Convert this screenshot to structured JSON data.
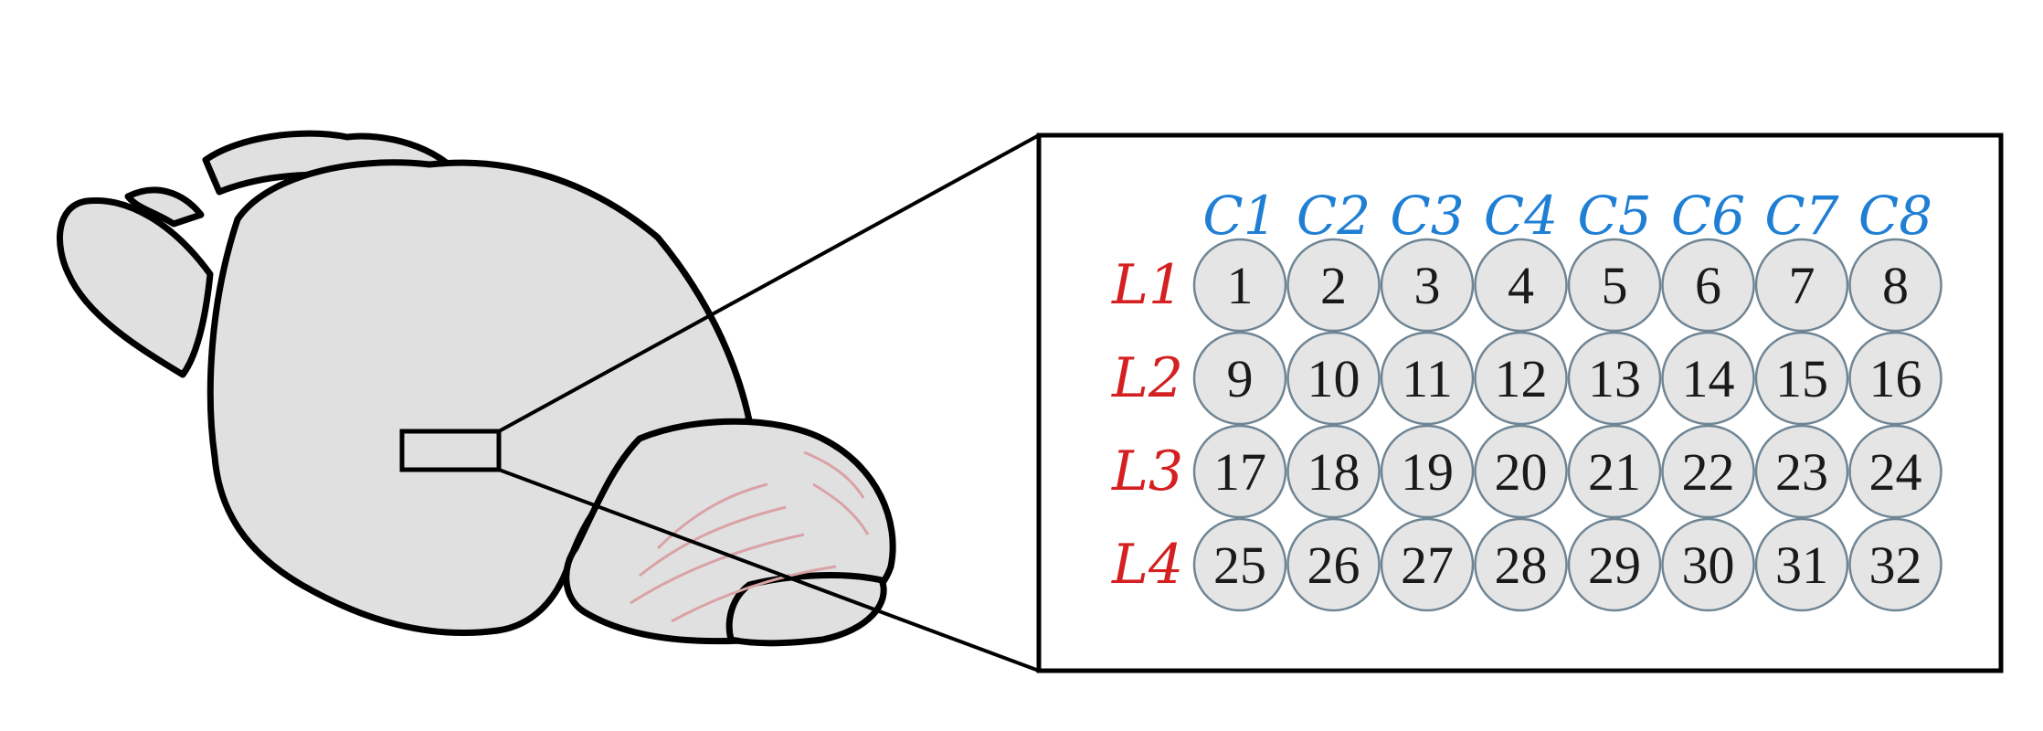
{
  "colors": {
    "column_label": "#1f7fd4",
    "row_label": "#d42020",
    "electrode_fill": "#e5e5e5",
    "electrode_stroke": "#6f8594",
    "brain_fill": "#e0e0e0",
    "outline": "#000000",
    "cerebellum_folia": "#d9a3a6"
  },
  "grid": {
    "columns": [
      "C1",
      "C2",
      "C3",
      "C4",
      "C5",
      "C6",
      "C7",
      "C8"
    ],
    "rows": [
      "L1",
      "L2",
      "L3",
      "L4"
    ],
    "electrodes": [
      [
        "1",
        "2",
        "3",
        "4",
        "5",
        "6",
        "7",
        "8"
      ],
      [
        "9",
        "10",
        "11",
        "12",
        "13",
        "14",
        "15",
        "16"
      ],
      [
        "17",
        "18",
        "19",
        "20",
        "21",
        "22",
        "23",
        "24"
      ],
      [
        "25",
        "26",
        "27",
        "28",
        "29",
        "30",
        "31",
        "32"
      ]
    ]
  }
}
